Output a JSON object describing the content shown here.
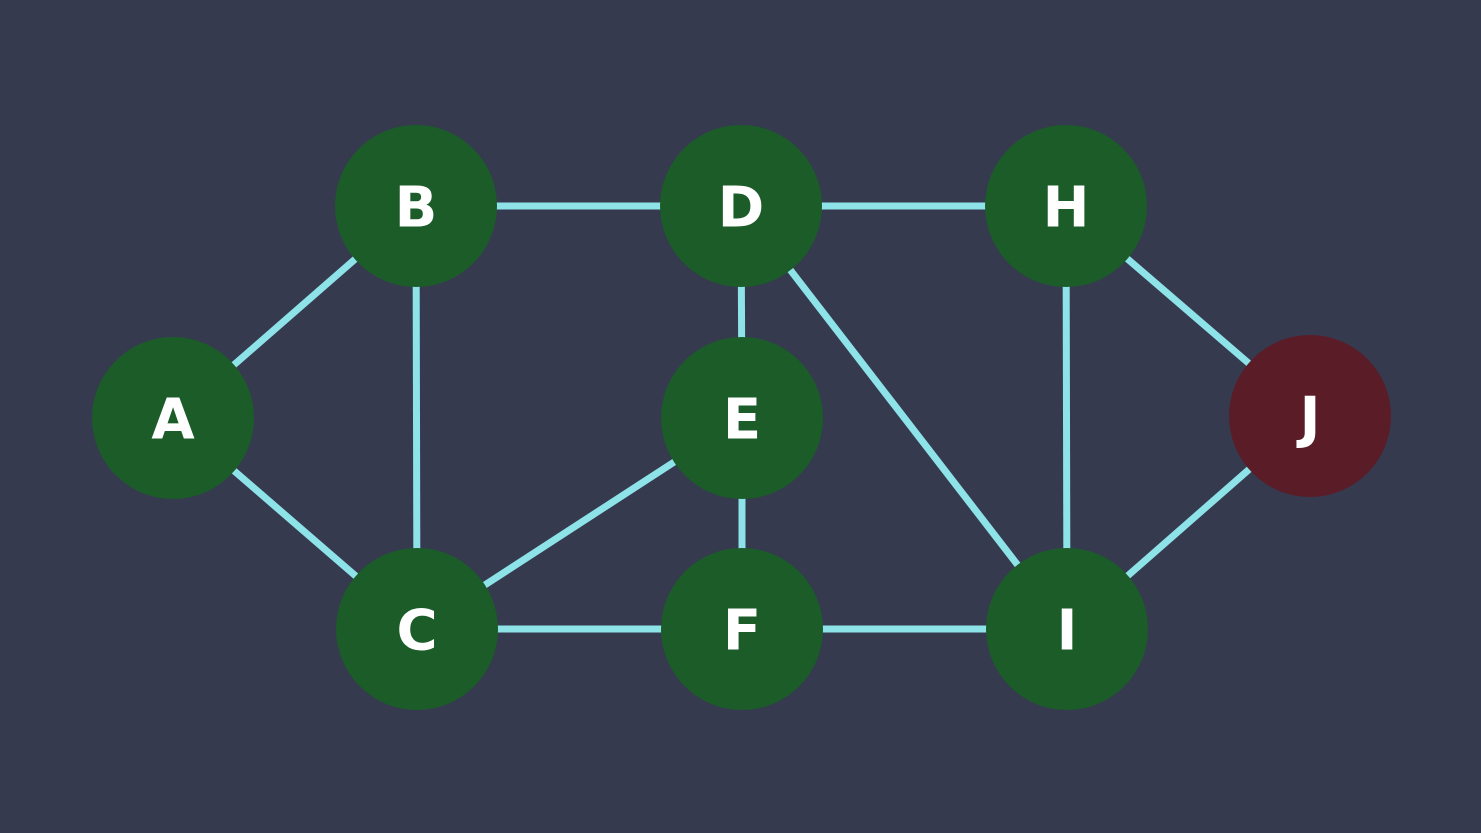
{
  "diagram": {
    "type": "undirected-graph",
    "colors": {
      "background": "#353a4f",
      "edge": "#8de3e8",
      "node_default": "#1b5c29",
      "node_highlight": "#5a1d27",
      "label": "#ffffff"
    },
    "nodes": [
      {
        "id": "A",
        "label": "A",
        "highlight": false
      },
      {
        "id": "B",
        "label": "B",
        "highlight": false
      },
      {
        "id": "C",
        "label": "C",
        "highlight": false
      },
      {
        "id": "D",
        "label": "D",
        "highlight": false
      },
      {
        "id": "E",
        "label": "E",
        "highlight": false
      },
      {
        "id": "F",
        "label": "F",
        "highlight": false
      },
      {
        "id": "H",
        "label": "H",
        "highlight": false
      },
      {
        "id": "I",
        "label": "I",
        "highlight": false
      },
      {
        "id": "J",
        "label": "J",
        "highlight": true
      }
    ],
    "edges": [
      [
        "A",
        "B"
      ],
      [
        "A",
        "C"
      ],
      [
        "B",
        "C"
      ],
      [
        "B",
        "D"
      ],
      [
        "C",
        "E"
      ],
      [
        "C",
        "F"
      ],
      [
        "D",
        "E"
      ],
      [
        "D",
        "H"
      ],
      [
        "D",
        "I"
      ],
      [
        "E",
        "F"
      ],
      [
        "F",
        "I"
      ],
      [
        "H",
        "I"
      ],
      [
        "H",
        "J"
      ],
      [
        "I",
        "J"
      ]
    ]
  }
}
